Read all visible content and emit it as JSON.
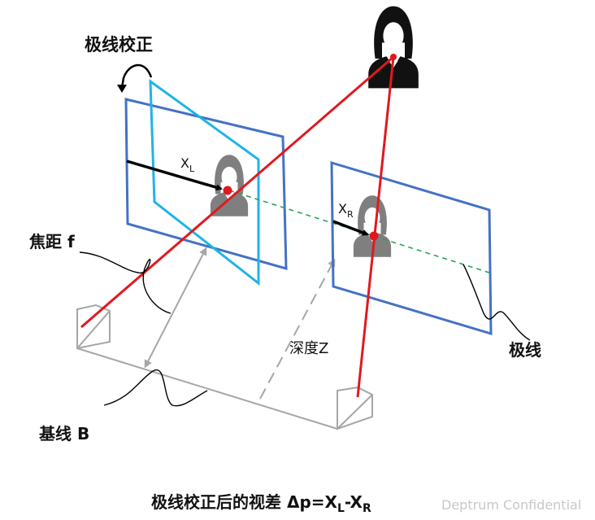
{
  "labels": {
    "rectification": "极线校正",
    "focal_length": "焦距 f",
    "epipolar_line": "极线",
    "baseline": "基线 B",
    "depth": "深度Z",
    "xl_main": "X",
    "xl_sub": "L",
    "xr_main": "X",
    "xr_sub": "R"
  },
  "caption": {
    "prefix": "极线校正后的视差 Δp=X",
    "sub_l": "L",
    "mid": "-X",
    "sub_r": "R"
  },
  "watermark": "Deptrum Confidential",
  "colors": {
    "image_plane": "#4472c4",
    "rotated_plane": "#1fb4e8",
    "ray": "#e0191f",
    "epipolar": "#2aa35a",
    "camera": "#a6a6a6",
    "person": "#7f7f7f"
  }
}
